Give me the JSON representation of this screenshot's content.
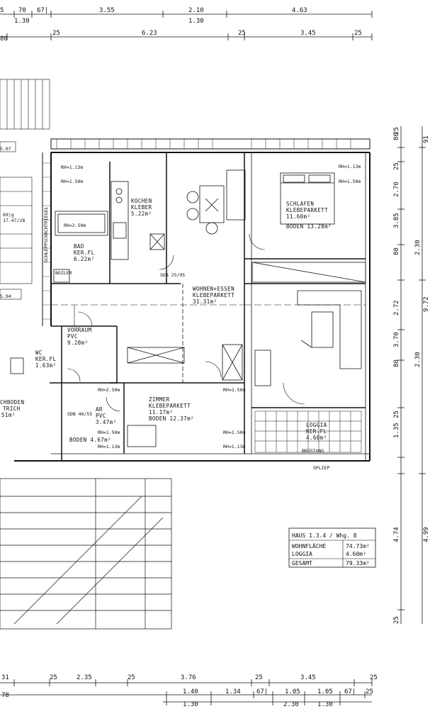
{
  "dimensions": {
    "top_row1": [
      "5",
      "70",
      "67|",
      "3.55",
      "2.10",
      "4.63"
    ],
    "top_row1b": [
      "1.30",
      "1.30"
    ],
    "top_row2": [
      "80",
      "25",
      "6.23",
      "25",
      "3.45",
      "25"
    ],
    "right_col1": [
      "25",
      "2.70",
      "3.85",
      "80",
      "2.72",
      "3.70",
      "80",
      "1.35",
      "25",
      "4.74",
      "25"
    ],
    "right_col1_small": [
      "80",
      "25"
    ],
    "right_col2": [
      "91",
      "2.30",
      "9.72",
      "2.30",
      "4.99"
    ],
    "bottom_row1": [
      "31",
      "25",
      "2.35",
      "25",
      "3.76",
      "25",
      "3.45",
      "25"
    ],
    "bottom_row2": [
      "78",
      "1.40",
      "1.34",
      "67|",
      "1.05",
      "1.05",
      "67|",
      "25"
    ],
    "bottom_row3": [
      "1.30",
      "2.30",
      "1.30"
    ]
  },
  "rooms": {
    "kitchen": {
      "name": "KOCHEN",
      "floor": "KLEBER",
      "area": "5.22m²"
    },
    "bath": {
      "name": "BAD",
      "floor": "KER.FL",
      "area": "6.22m²"
    },
    "bedroom": {
      "name": "SCHLAFEN",
      "floor": "KLEBEPARKETT",
      "area": "11.60m²",
      "boden": "BODEN 13.28m²"
    },
    "living": {
      "name": "WOHNEN+ESSEN",
      "floor": "KLEBEPARKETT",
      "area": "31.31m²"
    },
    "hall": {
      "name": "VORRAUM",
      "floor": "PVC",
      "area": "9.28m²"
    },
    "wc": {
      "name": "WC",
      "floor": "KER.FL",
      "area": "1.63m²"
    },
    "storage": {
      "name": "AR",
      "floor": "PVC",
      "area": "3.47m²",
      "boden": "BODEN 4.67m²"
    },
    "room": {
      "name": "ZIMMER",
      "floor": "KLEBEPARKETT",
      "area": "11.17m²",
      "boden": "BODEN 12.37m²"
    },
    "loggia": {
      "name": "LOGGIA",
      "floor": "KER.FL",
      "area": "4.60m²"
    },
    "attic": {
      "line1": "CHBODEN",
      "line2": "TRICH",
      "line3": "51m²"
    }
  },
  "annotations": {
    "rh_113": "RH=1.13m",
    "rh_150": "RH=1.50m",
    "rh_250": "RH=2.50m",
    "boiler": "BOILER",
    "sdb1": "SDB 25/95",
    "sdb2": "SDB 46/55",
    "schlitz": "SCHLEPPSCHACHTRIEGEL",
    "bruestung": "BRÜSTUNG",
    "splieb": "SPLIEP",
    "stair_num1": "5.07",
    "stair_num2": "5.94",
    "stair_text": "69|g",
    "stair_text2": "17.47/28"
  },
  "legend": {
    "title": "HAUS 1.3.4 / Whg. 8",
    "rows": [
      {
        "label": "WOHNFLÄCHE",
        "value": "74.73m²"
      },
      {
        "label": "LOGGIA",
        "value": "4.60m²"
      },
      {
        "label": "GESAMT",
        "value": "79.33m²"
      }
    ]
  }
}
